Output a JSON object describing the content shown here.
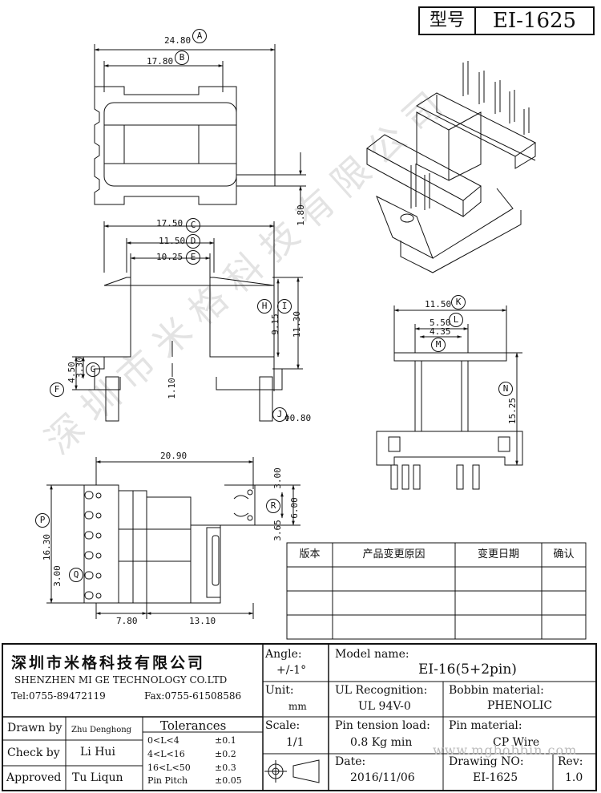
{
  "header": {
    "type_label": "型号",
    "model": "EI-1625"
  },
  "dims": {
    "a": "24.80",
    "b": "17.80",
    "c": "17.50",
    "d": "11.50",
    "e": "10.25",
    "v180": "1.80",
    "v915": "9.15",
    "v1130": "11.30",
    "v450": "4.50",
    "v330": "3.30",
    "v110": "1.10",
    "pin": "Φ0.80",
    "k": "11.50",
    "l": "5.50",
    "m": "4.35",
    "v1525": "15.25",
    "h2090": "20.90",
    "v300": "3.00",
    "v600": "6.00",
    "v365": "3.65",
    "v1630": "16.30",
    "v300b": "3.00",
    "h780": "7.80",
    "h1310": "13.10"
  },
  "circles": [
    "A",
    "B",
    "C",
    "D",
    "E",
    "F",
    "G",
    "H",
    "I",
    "J",
    "K",
    "L",
    "M",
    "N",
    "P",
    "Q",
    "R"
  ],
  "revision_table": {
    "headers": [
      "版本",
      "产品变更原因",
      "变更日期",
      "确认"
    ]
  },
  "title_block": {
    "company_cn": "深圳市米格科技有限公司",
    "company_en": "SHENZHEN  MI GE TECHNOLOGY  CO.LTD",
    "tel": "Tel:0755-89472119",
    "fax": "Fax:0755-61508586",
    "angle_label": "Angle:",
    "angle_value": "+/-1°",
    "unit_label": "Unit:",
    "unit_value": "mm",
    "scale_label": "Scale:",
    "scale_value": "1/1",
    "model_label": "Model name:",
    "model_value": "EI-16(5+2pin)",
    "ul_label": "UL Recognition:",
    "ul_value": "UL 94V-0",
    "bobbin_label": "Bobbin material:",
    "bobbin_value": "PHENOLIC",
    "pin_tension_label": "Pin tension load:",
    "pin_tension_value": "0.8 Kg min",
    "pin_material_label": "Pin material:",
    "pin_material_value": "CP Wire",
    "date_label": "Date:",
    "date_value": "2016/11/06",
    "drawing_label": "Drawing NO:",
    "drawing_value": "EI-1625",
    "rev_label": "Rev:",
    "rev_value": "1.0",
    "drawn_label": "Drawn by",
    "drawn_value": "Zhu Denghong",
    "check_label": "Check by",
    "check_value": "Li Hui",
    "approved_label": "Approved",
    "approved_value": "Tu Liqun",
    "tolerances_label": "Tolerances",
    "tolerances": [
      {
        "range": "0<L<4",
        "value": "±0.1"
      },
      {
        "range": "4<L<16",
        "value": "±0.2"
      },
      {
        "range": "16<L<50",
        "value": "±0.3"
      },
      {
        "range": "Pin Pitch",
        "value": "±0.05"
      }
    ]
  },
  "watermark": {
    "text": "深圳市米格科技有限公司",
    "url": "www.mgbobbin.com"
  }
}
